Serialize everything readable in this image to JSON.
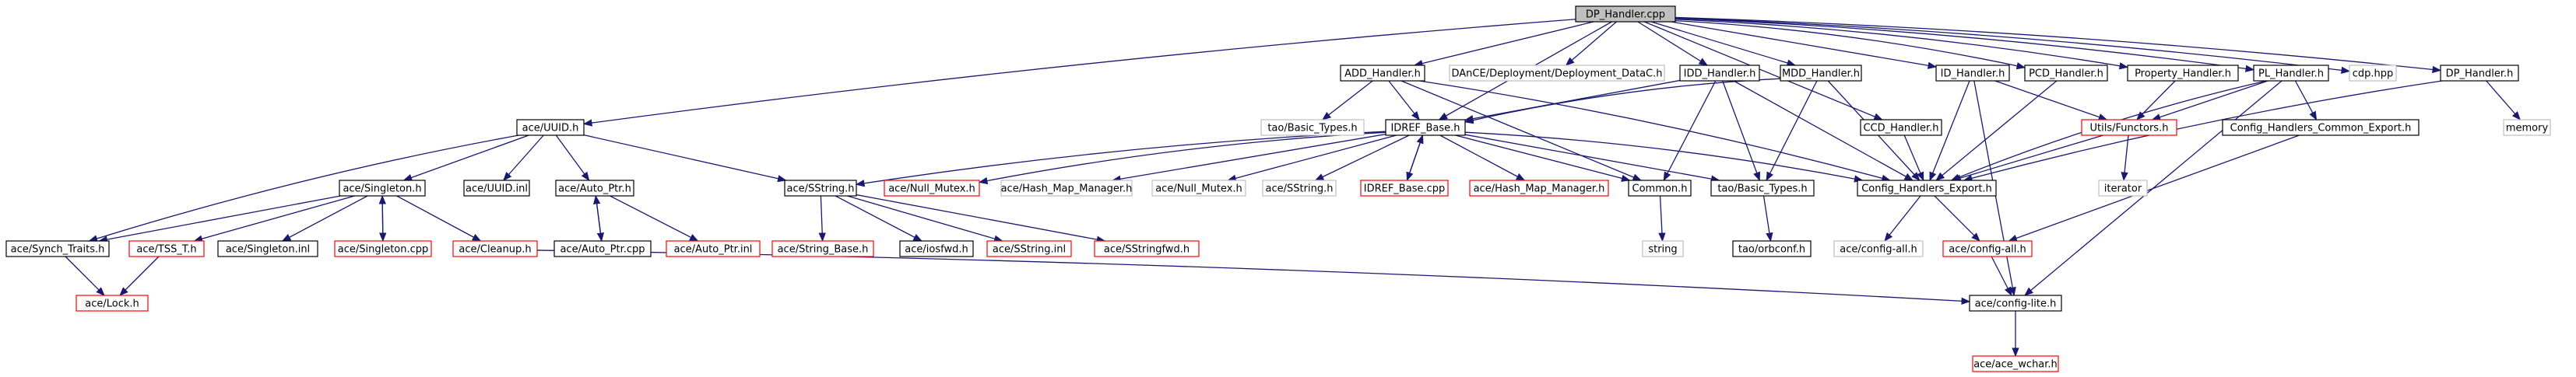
{
  "graph": {
    "root": "DP_Handler.cpp",
    "colors": {
      "edge": "#191970",
      "documented": "#000000",
      "undocumented": "#bfbfbf",
      "incomplete": "#ff0000",
      "root_fill": "#bfbfbf"
    },
    "nodes": [
      {
        "id": "dp_cpp",
        "label": "DP_Handler.cpp",
        "style": "root"
      },
      {
        "id": "add_h",
        "label": "ADD_Handler.h",
        "style": "black"
      },
      {
        "id": "dance_h",
        "label": "DAnCE/Deployment/Deployment_DataC.h",
        "style": "gray"
      },
      {
        "id": "idd_h",
        "label": "IDD_Handler.h",
        "style": "black"
      },
      {
        "id": "mdd_h",
        "label": "MDD_Handler.h",
        "style": "black"
      },
      {
        "id": "ccd_h",
        "label": "CCD_Handler.h",
        "style": "black"
      },
      {
        "id": "id_h",
        "label": "ID_Handler.h",
        "style": "black"
      },
      {
        "id": "pcd_h",
        "label": "PCD_Handler.h",
        "style": "black"
      },
      {
        "id": "prop_h",
        "label": "Property_Handler.h",
        "style": "black"
      },
      {
        "id": "pl_h",
        "label": "PL_Handler.h",
        "style": "black"
      },
      {
        "id": "cdp_hpp",
        "label": "cdp.hpp",
        "style": "gray"
      },
      {
        "id": "dp_h",
        "label": "DP_Handler.h",
        "style": "black"
      },
      {
        "id": "uuid_h",
        "label": "ace/UUID.h",
        "style": "black"
      },
      {
        "id": "tao_bt_gray",
        "label": "tao/Basic_Types.h",
        "style": "gray"
      },
      {
        "id": "idref_h",
        "label": "IDREF_Base.h",
        "style": "black"
      },
      {
        "id": "utils_h",
        "label": "Utils/Functors.h",
        "style": "red"
      },
      {
        "id": "chce_h",
        "label": "Config_Handlers_Common_Export.h",
        "style": "black"
      },
      {
        "id": "memory",
        "label": "memory",
        "style": "gray"
      },
      {
        "id": "singleton_h",
        "label": "ace/Singleton.h",
        "style": "black"
      },
      {
        "id": "uuid_inl",
        "label": "ace/UUID.inl",
        "style": "black"
      },
      {
        "id": "autoptr_h",
        "label": "ace/Auto_Ptr.h",
        "style": "black"
      },
      {
        "id": "sstring_h",
        "label": "ace/SString.h",
        "style": "black"
      },
      {
        "id": "null_mutex_red",
        "label": "ace/Null_Mutex.h",
        "style": "red"
      },
      {
        "id": "hmm_gray",
        "label": "ace/Hash_Map_Manager.h",
        "style": "gray"
      },
      {
        "id": "null_mutex_gray",
        "label": "ace/Null_Mutex.h",
        "style": "gray"
      },
      {
        "id": "sstring_gray",
        "label": "ace/SString.h",
        "style": "gray"
      },
      {
        "id": "idref_cpp",
        "label": "IDREF_Base.cpp",
        "style": "red"
      },
      {
        "id": "hmm_red",
        "label": "ace/Hash_Map_Manager.h",
        "style": "red"
      },
      {
        "id": "common_h",
        "label": "Common.h",
        "style": "black"
      },
      {
        "id": "tao_bt",
        "label": "tao/Basic_Types.h",
        "style": "black"
      },
      {
        "id": "che_h",
        "label": "Config_Handlers_Export.h",
        "style": "black"
      },
      {
        "id": "iterator",
        "label": "iterator",
        "style": "gray"
      },
      {
        "id": "synch_h",
        "label": "ace/Synch_Traits.h",
        "style": "black"
      },
      {
        "id": "tss_h",
        "label": "ace/TSS_T.h",
        "style": "red"
      },
      {
        "id": "singleton_inl",
        "label": "ace/Singleton.inl",
        "style": "black"
      },
      {
        "id": "singleton_cpp",
        "label": "ace/Singleton.cpp",
        "style": "red"
      },
      {
        "id": "cleanup_h",
        "label": "ace/Cleanup.h",
        "style": "red"
      },
      {
        "id": "uuid_inl_dummy",
        "label": "",
        "style": "none"
      },
      {
        "id": "autoptr_cpp",
        "label": "ace/Auto_Ptr.cpp",
        "style": "black"
      },
      {
        "id": "autoptr_inl",
        "label": "ace/Auto_Ptr.inl",
        "style": "red"
      },
      {
        "id": "string_base_h",
        "label": "ace/String_Base.h",
        "style": "red"
      },
      {
        "id": "iosfwd_h",
        "label": "ace/iosfwd.h",
        "style": "black"
      },
      {
        "id": "sstring_inl",
        "label": "ace/SString.inl",
        "style": "red"
      },
      {
        "id": "sstringfwd_h",
        "label": "ace/SStringfwd.h",
        "style": "red"
      },
      {
        "id": "string",
        "label": "string",
        "style": "gray"
      },
      {
        "id": "orbconf_h",
        "label": "tao/orbconf.h",
        "style": "black"
      },
      {
        "id": "config_all_gray",
        "label": "ace/config-all.h",
        "style": "gray"
      },
      {
        "id": "config_all_red",
        "label": "ace/config-all.h",
        "style": "red"
      },
      {
        "id": "lock_h",
        "label": "ace/Lock.h",
        "style": "red"
      },
      {
        "id": "config_lite_h",
        "label": "ace/config-lite.h",
        "style": "black"
      },
      {
        "id": "wchar_h",
        "label": "ace/ace_wchar.h",
        "style": "red"
      }
    ],
    "edges": [
      [
        "dp_cpp",
        "add_h"
      ],
      [
        "dp_cpp",
        "dance_h"
      ],
      [
        "dp_cpp",
        "idd_h"
      ],
      [
        "dp_cpp",
        "mdd_h"
      ],
      [
        "dp_cpp",
        "ccd_h"
      ],
      [
        "dp_cpp",
        "id_h"
      ],
      [
        "dp_cpp",
        "pcd_h"
      ],
      [
        "dp_cpp",
        "prop_h"
      ],
      [
        "dp_cpp",
        "pl_h"
      ],
      [
        "dp_cpp",
        "cdp_hpp"
      ],
      [
        "dp_cpp",
        "dp_h"
      ],
      [
        "dp_cpp",
        "uuid_h"
      ],
      [
        "dp_cpp",
        "idref_h"
      ],
      [
        "add_h",
        "tao_bt_gray"
      ],
      [
        "add_h",
        "idref_h"
      ],
      [
        "add_h",
        "common_h"
      ],
      [
        "add_h",
        "che_h"
      ],
      [
        "idd_h",
        "idref_h"
      ],
      [
        "idd_h",
        "common_h"
      ],
      [
        "idd_h",
        "tao_bt"
      ],
      [
        "idd_h",
        "che_h"
      ],
      [
        "mdd_h",
        "idref_h"
      ],
      [
        "mdd_h",
        "tao_bt"
      ],
      [
        "mdd_h",
        "che_h"
      ],
      [
        "ccd_h",
        "che_h"
      ],
      [
        "id_h",
        "utils_h"
      ],
      [
        "id_h",
        "che_h"
      ],
      [
        "id_h",
        "config_lite_h"
      ],
      [
        "pcd_h",
        "che_h"
      ],
      [
        "prop_h",
        "utils_h"
      ],
      [
        "pl_h",
        "utils_h"
      ],
      [
        "pl_h",
        "chce_h"
      ],
      [
        "pl_h",
        "che_h"
      ],
      [
        "pl_h",
        "config_lite_h"
      ],
      [
        "dp_h",
        "che_h"
      ],
      [
        "dp_h",
        "memory"
      ],
      [
        "uuid_h",
        "synch_h"
      ],
      [
        "uuid_h",
        "singleton_h"
      ],
      [
        "uuid_h",
        "uuid_inl"
      ],
      [
        "uuid_h",
        "autoptr_h"
      ],
      [
        "uuid_h",
        "sstring_h"
      ],
      [
        "idref_h",
        "sstring_h"
      ],
      [
        "idref_h",
        "null_mutex_red"
      ],
      [
        "idref_h",
        "hmm_gray"
      ],
      [
        "idref_h",
        "null_mutex_gray"
      ],
      [
        "idref_h",
        "sstring_gray"
      ],
      [
        "idref_h",
        "idref_cpp"
      ],
      [
        "idref_cpp",
        "idref_h"
      ],
      [
        "idref_h",
        "hmm_red"
      ],
      [
        "idref_h",
        "common_h"
      ],
      [
        "idref_h",
        "tao_bt"
      ],
      [
        "idref_h",
        "che_h"
      ],
      [
        "utils_h",
        "iterator"
      ],
      [
        "utils_h",
        "che_h"
      ],
      [
        "chce_h",
        "config_all_red"
      ],
      [
        "singleton_h",
        "synch_h"
      ],
      [
        "singleton_h",
        "tss_h"
      ],
      [
        "singleton_h",
        "singleton_inl"
      ],
      [
        "singleton_h",
        "singleton_cpp"
      ],
      [
        "singleton_cpp",
        "singleton_h"
      ],
      [
        "singleton_h",
        "cleanup_h"
      ],
      [
        "autoptr_h",
        "autoptr_cpp"
      ],
      [
        "autoptr_cpp",
        "autoptr_h"
      ],
      [
        "autoptr_h",
        "autoptr_inl"
      ],
      [
        "sstring_h",
        "string_base_h"
      ],
      [
        "sstring_h",
        "iosfwd_h"
      ],
      [
        "sstring_h",
        "sstring_inl"
      ],
      [
        "sstring_h",
        "sstringfwd_h"
      ],
      [
        "common_h",
        "string"
      ],
      [
        "tao_bt",
        "orbconf_h"
      ],
      [
        "che_h",
        "config_all_gray"
      ],
      [
        "che_h",
        "config_all_red"
      ],
      [
        "synch_h",
        "lock_h"
      ],
      [
        "tss_h",
        "lock_h"
      ],
      [
        "cleanup_h",
        "config_lite_h"
      ],
      [
        "config_all_red",
        "config_lite_h"
      ],
      [
        "config_lite_h",
        "wchar_h"
      ]
    ]
  }
}
